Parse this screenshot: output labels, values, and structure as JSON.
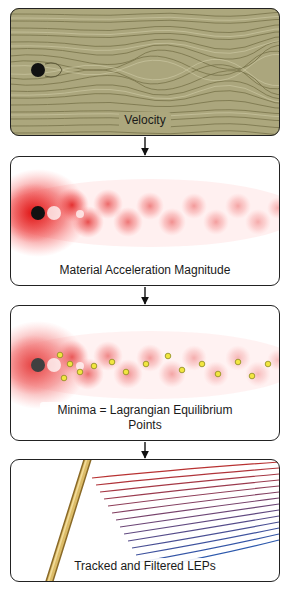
{
  "diagram": {
    "nodes": [
      {
        "text": [
          "Velocity"
        ]
      },
      {
        "text": [
          "Material Acceleration Magnitude"
        ]
      },
      {
        "text": [
          "Minima = Lagrangian Equilibrium Points"
        ]
      },
      {
        "text": [
          "Tracked and Filtered LEPs"
        ]
      }
    ],
    "edges": [
      {
        "from": 0,
        "to": 1,
        "arrow": "to"
      },
      {
        "from": 1,
        "to": 2,
        "arrow": "to"
      },
      {
        "from": 2,
        "to": 3,
        "arrow": "to"
      }
    ]
  }
}
